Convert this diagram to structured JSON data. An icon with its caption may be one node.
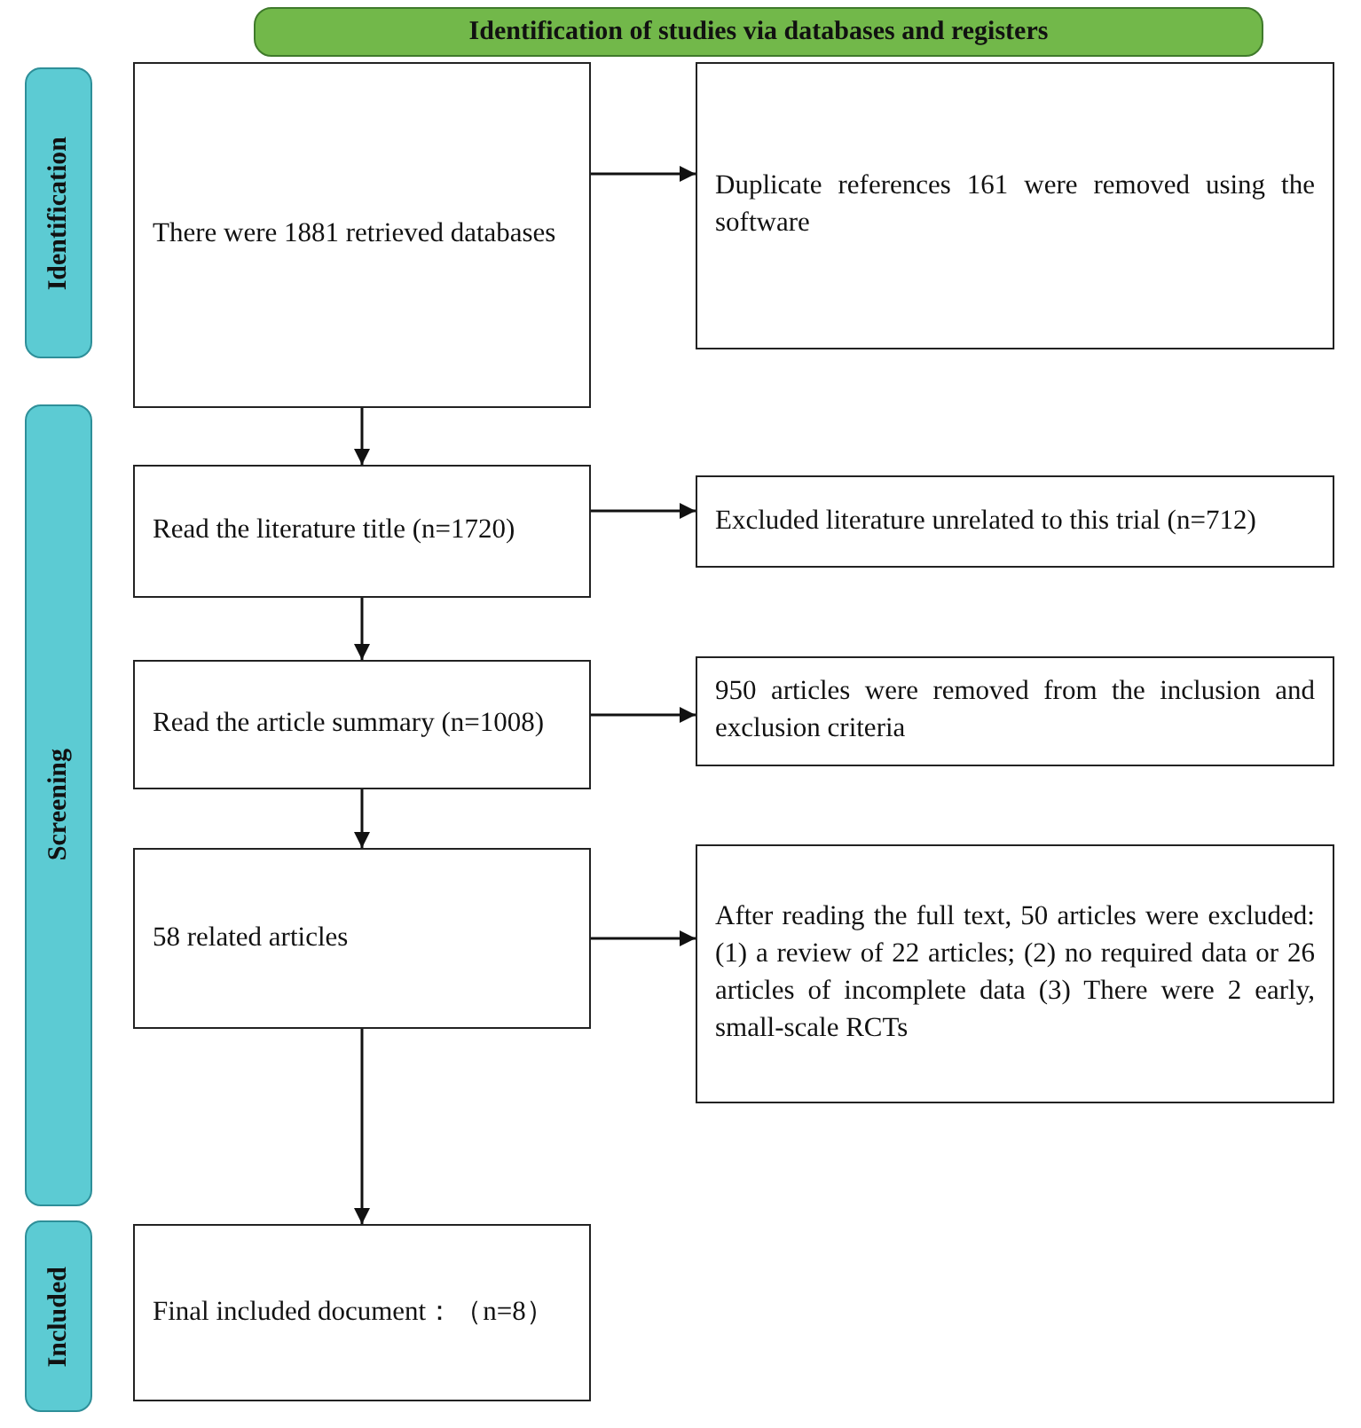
{
  "diagram": {
    "nodes": [
      {
        "text": [
          "Identification of studies via databases and registers"
        ]
      },
      {
        "text": [
          "Identification"
        ]
      },
      {
        "text": [
          "There were 1881 retrieved databases"
        ]
      },
      {
        "text": [
          "Duplicate references 161 were removed using the software"
        ]
      },
      {
        "text": [
          "Screening"
        ]
      },
      {
        "text": [
          "Read the literature title (n=1720)"
        ]
      },
      {
        "text": [
          "Excluded literature unrelated to this trial (n=712)"
        ]
      },
      {
        "text": [
          "Read the article summary (n=1008)"
        ]
      },
      {
        "text": [
          "950 articles were removed from the inclusion and exclusion criteria"
        ]
      },
      {
        "text": [
          "58 related articles"
        ]
      },
      {
        "text": [
          "After reading the full text, 50 articles were excluded: (1) a review of 22 articles; (2) no required data or 26 articles of incomplete data (3) There were 2 early, small-scale RCTs"
        ]
      },
      {
        "text": [
          "Included"
        ]
      },
      {
        "text": [
          "Final included document：（n=8）"
        ]
      }
    ],
    "edges": [
      {
        "from": 2,
        "to": 3,
        "arrow": "to"
      },
      {
        "from": 2,
        "to": 5,
        "arrow": "to"
      },
      {
        "from": 5,
        "to": 6,
        "arrow": "to"
      },
      {
        "from": 5,
        "to": 7,
        "arrow": "to"
      },
      {
        "from": 7,
        "to": 8,
        "arrow": "to"
      },
      {
        "from": 7,
        "to": 9,
        "arrow": "to"
      },
      {
        "from": 9,
        "to": 10,
        "arrow": "to"
      },
      {
        "from": 9,
        "to": 12,
        "arrow": "to"
      }
    ]
  }
}
